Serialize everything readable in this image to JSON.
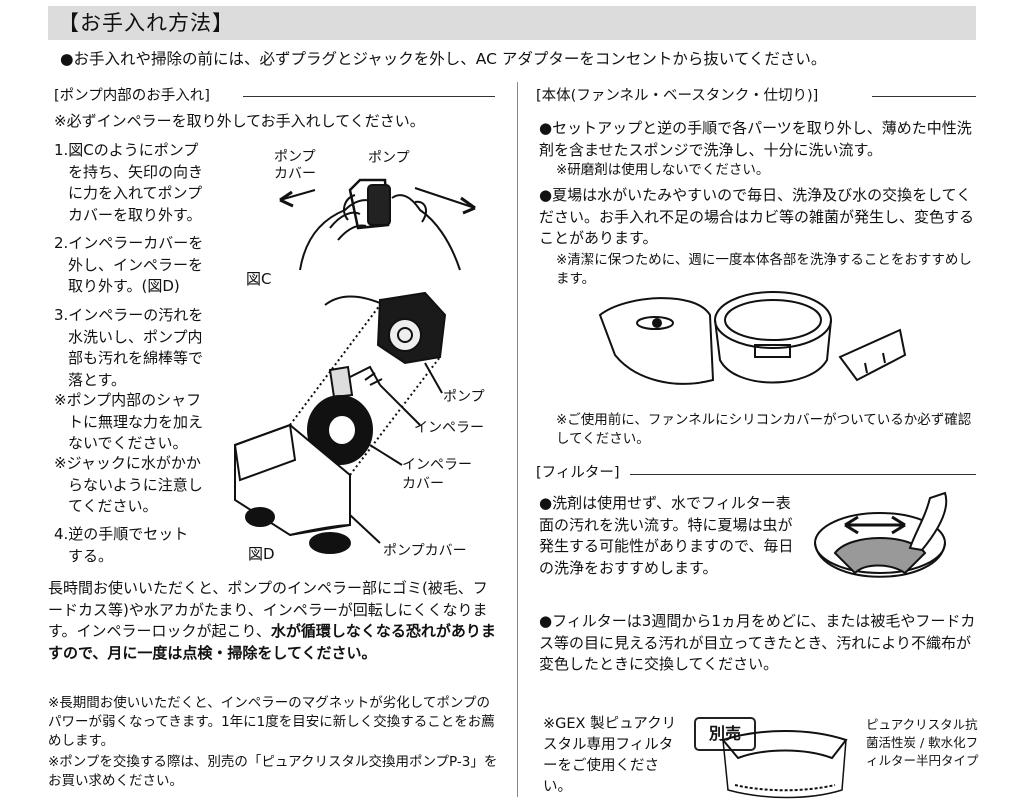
{
  "title": "【お手入れ方法】",
  "intro": "●お手入れや掃除の前には、必ずプラグとジャックを外し、AC アダプターをコンセントから抜いてください。",
  "pump": {
    "heading": "[ポンプ内部のお手入れ]",
    "note": "※必ずインペラーを取り外してお手入れしてください。",
    "steps": [
      [
        "1.図Cのようにポンプ",
        "を持ち、矢印の向き",
        "に力を入れてポンプ",
        "カバーを取り外す。"
      ],
      [
        "2.インペラーカバーを",
        "外し、インペラーを",
        "取り外す。(図D)"
      ],
      [
        "3.インペラーの汚れを",
        "水洗いし、ポンプ内",
        "部も汚れを綿棒等で",
        "落とす。"
      ]
    ],
    "cautions": [
      [
        "※ポンプ内部のシャフ",
        "トに無理な力を加え",
        "ないでください。"
      ],
      [
        "※ジャックに水がかか",
        "らないように注意し",
        "てください。"
      ]
    ],
    "step4": [
      "4.逆の手順でセット",
      "する。"
    ],
    "figC": {
      "label": "図C",
      "cover": "ポンプ\nカバー",
      "pump": "ポンプ"
    },
    "figD": {
      "label": "図D",
      "pump": "ポンプ",
      "impeller": "インペラー",
      "impeller_cover": "インペラー\nカバー",
      "pump_cover": "ポンプカバー"
    },
    "para_normal": "長時間お使いいただくと、ポンプのインペラー部にゴミ(被毛、フードカス等)や水アカがたまり、インペラーが回転しにくくなります。インペラーロックが起こり、",
    "para_bold": "水が循環しなくなる恐れがありますので、月に一度は点検・掃除をしてください。",
    "notes": [
      "※長期間お使いいただくと、インペラーのマグネットが劣化してポンプのパワーが弱くなってきます。1年に1度を目安に新しく交換することをお薦めします。",
      "※ポンプを交換する際は、別売の「ピュアクリスタル交換用ポンプP-3」をお買い求めください。"
    ]
  },
  "body_section": {
    "heading": "[本体(ファンネル・ベースタンク・仕切り)]",
    "b1": "●セットアップと逆の手順で各パーツを取り外し、薄めた中性洗剤を含ませたスポンジで洗浄し、十分に洗い流す。",
    "b1_note": "※研磨剤は使用しないでください。",
    "b2": "●夏場は水がいたみやすいので毎日、洗浄及び水の交換をしてください。お手入れ不足の場合はカビ等の雑菌が発生し、変色することがあります。",
    "b2_note": "※清潔に保つために、週に一度本体各部を洗浄することをおすすめします。",
    "b3_note": "※ご使用前に、ファンネルにシリコンカバーがついているか必ず確認してください。"
  },
  "filter": {
    "heading": "[フィルター]",
    "b1": "●洗剤は使用せず、水でフィルター表面の汚れを洗い流す。特に夏場は虫が発生する可能性がありますので、毎日の洗浄をおすすめします。",
    "b2": "●フィルターは3週間から1ヵ月をめどに、または被毛やフードカス等の目に見える汚れが目立ってきたとき、汚れにより不織布が変色したときに交換してください。",
    "gex_note": "※GEX 製ピュアクリスタル専用フィルターをご使用ください。",
    "sold_separately": "別売",
    "product": "ピュアクリスタル抗菌活性炭 / 軟水化フィルター半円タイプ"
  }
}
